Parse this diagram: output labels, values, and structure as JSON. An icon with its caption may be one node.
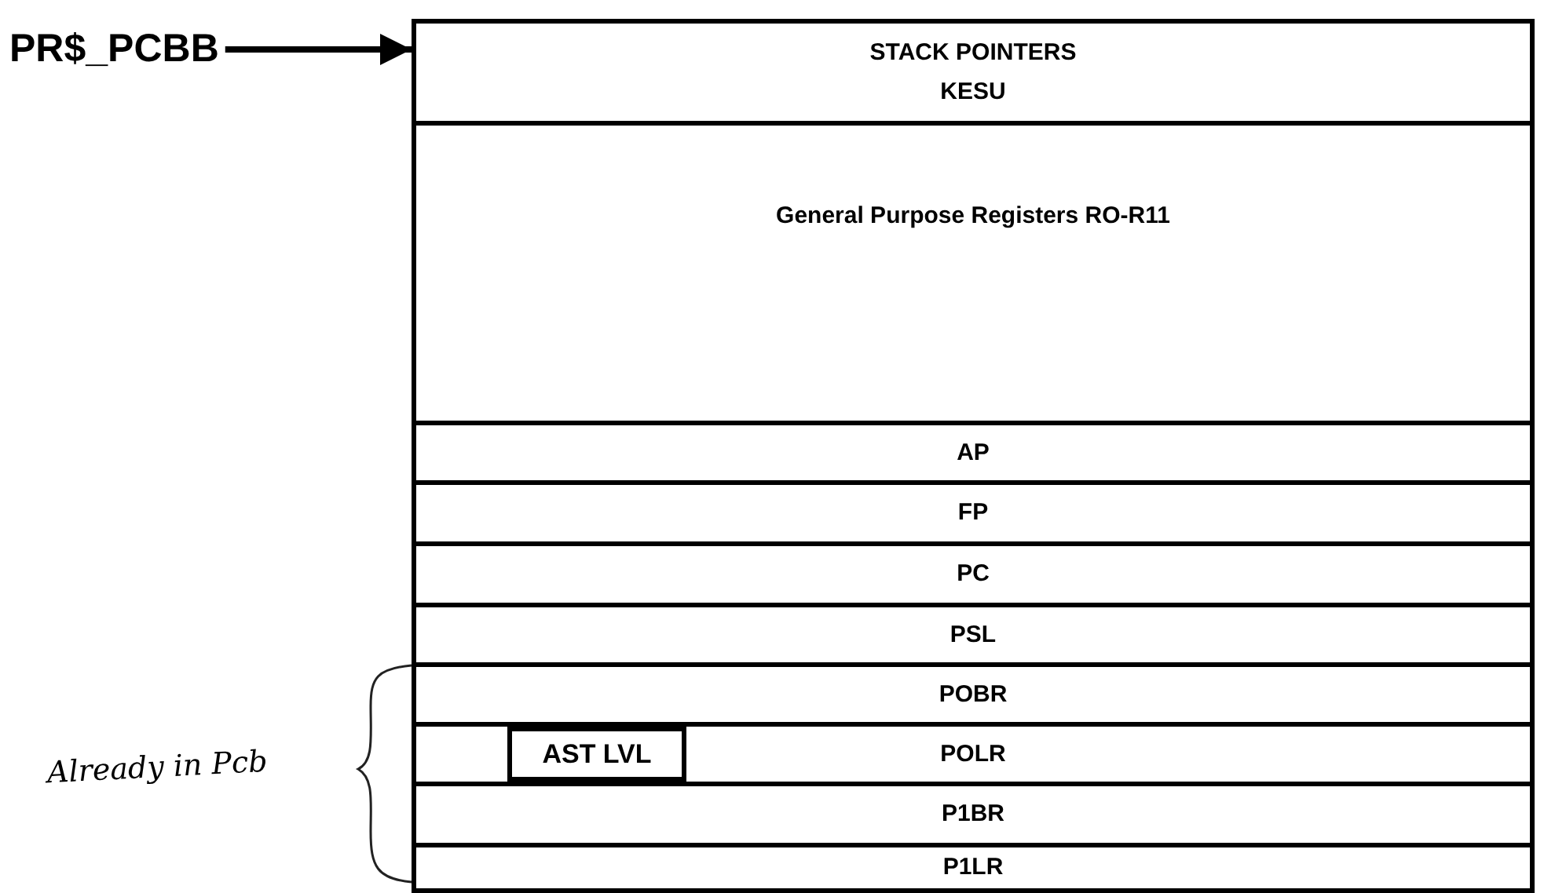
{
  "diagram": {
    "nodes": [
      {
        "text": [
          "PR$_PCBB"
        ]
      },
      {
        "text": [
          "STACK POINTERS",
          "KESU"
        ]
      },
      {
        "text": [
          "General Purpose Registers RO-R11"
        ]
      },
      {
        "text": [
          "AP"
        ]
      },
      {
        "text": [
          "FP"
        ]
      },
      {
        "text": [
          "PC"
        ]
      },
      {
        "text": [
          "PSL"
        ]
      },
      {
        "text": [
          "POBR"
        ]
      },
      {
        "text": [
          "POLR"
        ]
      },
      {
        "text": [
          "AST LVL"
        ],
        "in": 8
      },
      {
        "text": [
          "P1BR"
        ]
      },
      {
        "text": [
          "P1LR"
        ]
      }
    ],
    "edges": [
      {
        "from": 0,
        "to": 1,
        "arrow": "to"
      }
    ],
    "labels": [
      "Already in Pcb"
    ]
  }
}
